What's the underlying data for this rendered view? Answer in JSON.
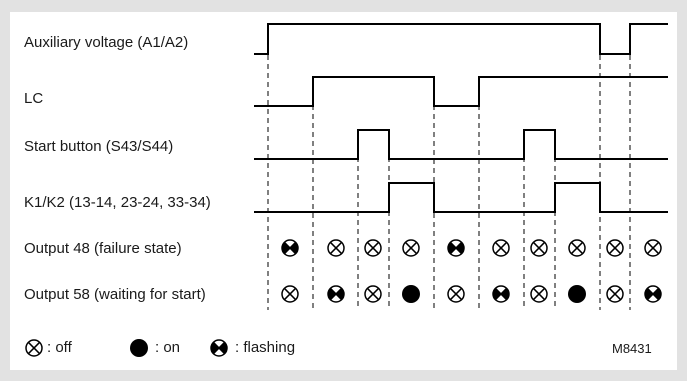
{
  "signals": [
    {
      "name": "aux-voltage",
      "label": "Auxiliary voltage (A1/A2)"
    },
    {
      "name": "lc",
      "label": "LC"
    },
    {
      "name": "start-button",
      "label": "Start button (S43/S44)"
    },
    {
      "name": "k1k2",
      "label": "K1/K2 (13-14, 23-24, 33-34)"
    }
  ],
  "outputs": [
    {
      "name": "output-48",
      "label": "Output 48 (failure state)",
      "states": [
        "flashing",
        "off",
        "off",
        "off",
        "flashing",
        "off",
        "off",
        "off",
        "off",
        "off"
      ]
    },
    {
      "name": "output-58",
      "label": "Output 58 (waiting for start)",
      "states": [
        "off",
        "flashing",
        "off",
        "on",
        "off",
        "flashing",
        "off",
        "on",
        "off",
        "flashing"
      ]
    }
  ],
  "legend": {
    "off": ": off",
    "on": ": on",
    "flashing": ": flashing"
  },
  "figure_id": "M8431"
}
